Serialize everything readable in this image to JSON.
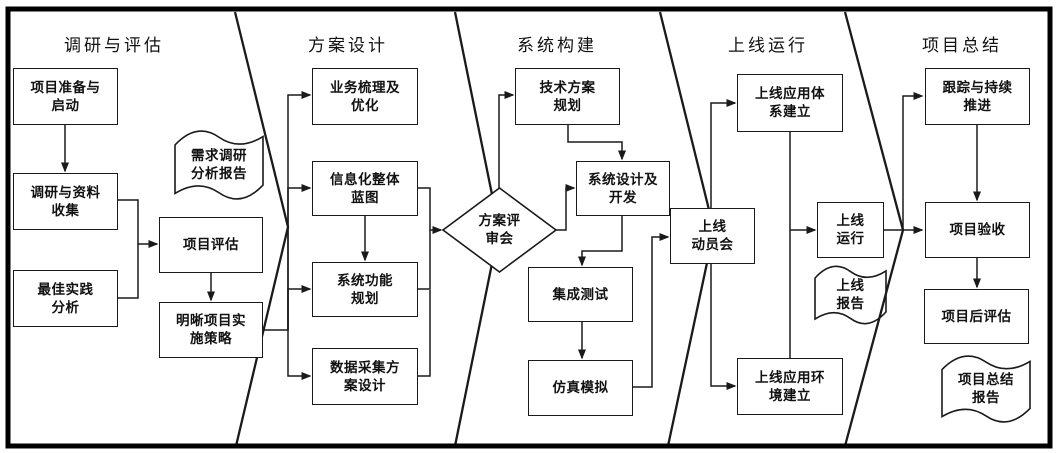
{
  "colors": {
    "line": "#1a1a1a",
    "text": "#111111",
    "background": "#ffffff"
  },
  "lanes": [
    {
      "title": "调研与评估"
    },
    {
      "title": "方案设计"
    },
    {
      "title": "系统构建"
    },
    {
      "title": "上线运行"
    },
    {
      "title": "项目总结"
    }
  ],
  "nodes": [
    {
      "id": "prep",
      "type": "process",
      "lane": 0,
      "label": "项目准备与\n启动"
    },
    {
      "id": "collect",
      "type": "process",
      "lane": 0,
      "label": "调研与资料\n收集"
    },
    {
      "id": "bestprac",
      "type": "process",
      "lane": 0,
      "label": "最佳实践\n分析"
    },
    {
      "id": "projeval",
      "type": "process",
      "lane": 0,
      "label": "项目评估"
    },
    {
      "id": "strategy",
      "type": "process",
      "lane": 0,
      "label": "明晰项目实\n施策略"
    },
    {
      "id": "reqreport",
      "type": "document",
      "lane": 0,
      "label": "需求调研\n分析报告"
    },
    {
      "id": "bizsort",
      "type": "process",
      "lane": 1,
      "label": "业务梳理及\n优化"
    },
    {
      "id": "blueprint",
      "type": "process",
      "lane": 1,
      "label": "信息化整体\n蓝图"
    },
    {
      "id": "sysfunc",
      "type": "process",
      "lane": 1,
      "label": "系统功能\n规划"
    },
    {
      "id": "datacol",
      "type": "process",
      "lane": 1,
      "label": "数据采集方\n案设计"
    },
    {
      "id": "review",
      "type": "decision",
      "lane": 2,
      "label": "方案评\n审会"
    },
    {
      "id": "techplan",
      "type": "process",
      "lane": 2,
      "label": "技术方案\n规划"
    },
    {
      "id": "sysdev",
      "type": "process",
      "lane": 2,
      "label": "系统设计及\n开发"
    },
    {
      "id": "inttest",
      "type": "process",
      "lane": 2,
      "label": "集成测试"
    },
    {
      "id": "simu",
      "type": "process",
      "lane": 2,
      "label": "仿真模拟"
    },
    {
      "id": "mobilize",
      "type": "process",
      "lane": 3,
      "label": "上线\n动员会"
    },
    {
      "id": "appsys",
      "type": "process",
      "lane": 3,
      "label": "上线应用体\n系建立"
    },
    {
      "id": "appenv",
      "type": "process",
      "lane": 3,
      "label": "上线应用环\n境建立"
    },
    {
      "id": "golive",
      "type": "process",
      "lane": 3,
      "label": "上线\n运行"
    },
    {
      "id": "goreport",
      "type": "document",
      "lane": 3,
      "label": "上线\n报告"
    },
    {
      "id": "tracking",
      "type": "process",
      "lane": 4,
      "label": "跟踪与持续\n推进"
    },
    {
      "id": "acceptance",
      "type": "process",
      "lane": 4,
      "label": "项目验收"
    },
    {
      "id": "posteval",
      "type": "process",
      "lane": 4,
      "label": "项目后评估"
    },
    {
      "id": "summary",
      "type": "document",
      "lane": 4,
      "label": "项目总结\n报告"
    }
  ],
  "edges": [
    {
      "from": "prep",
      "to": "collect",
      "arrow": true
    },
    {
      "from": "collect",
      "to": "projeval",
      "arrow": true
    },
    {
      "from": "bestprac",
      "to": "projeval",
      "arrow": false
    },
    {
      "from": "projeval",
      "to": "strategy",
      "arrow": true
    },
    {
      "from": "strategy",
      "to": "bizsort",
      "arrow": true
    },
    {
      "from": "strategy",
      "to": "blueprint",
      "arrow": true
    },
    {
      "from": "strategy",
      "to": "sysfunc",
      "arrow": true
    },
    {
      "from": "strategy",
      "to": "datacol",
      "arrow": true
    },
    {
      "from": "blueprint",
      "to": "sysfunc",
      "arrow": true
    },
    {
      "from": "blueprint",
      "to": "review",
      "arrow": true
    },
    {
      "from": "sysfunc",
      "to": "review",
      "arrow": false
    },
    {
      "from": "datacol",
      "to": "review",
      "arrow": false
    },
    {
      "from": "review",
      "to": "techplan",
      "arrow": true
    },
    {
      "from": "techplan",
      "to": "sysdev",
      "arrow": true
    },
    {
      "from": "review",
      "to": "sysdev",
      "arrow": true
    },
    {
      "from": "sysdev",
      "to": "inttest",
      "arrow": true
    },
    {
      "from": "inttest",
      "to": "simu",
      "arrow": true
    },
    {
      "from": "simu",
      "to": "mobilize",
      "arrow": true
    },
    {
      "from": "mobilize",
      "to": "appsys",
      "arrow": true
    },
    {
      "from": "mobilize",
      "to": "appenv",
      "arrow": true
    },
    {
      "from": "appsys",
      "to": "appenv",
      "arrow": false
    },
    {
      "from": "appsys",
      "to": "golive",
      "arrow": true
    },
    {
      "from": "golive",
      "to": "acceptance",
      "arrow": true
    },
    {
      "from": "golive",
      "to": "tracking",
      "arrow": true
    },
    {
      "from": "tracking",
      "to": "acceptance",
      "arrow": true
    },
    {
      "from": "acceptance",
      "to": "posteval",
      "arrow": true
    }
  ]
}
